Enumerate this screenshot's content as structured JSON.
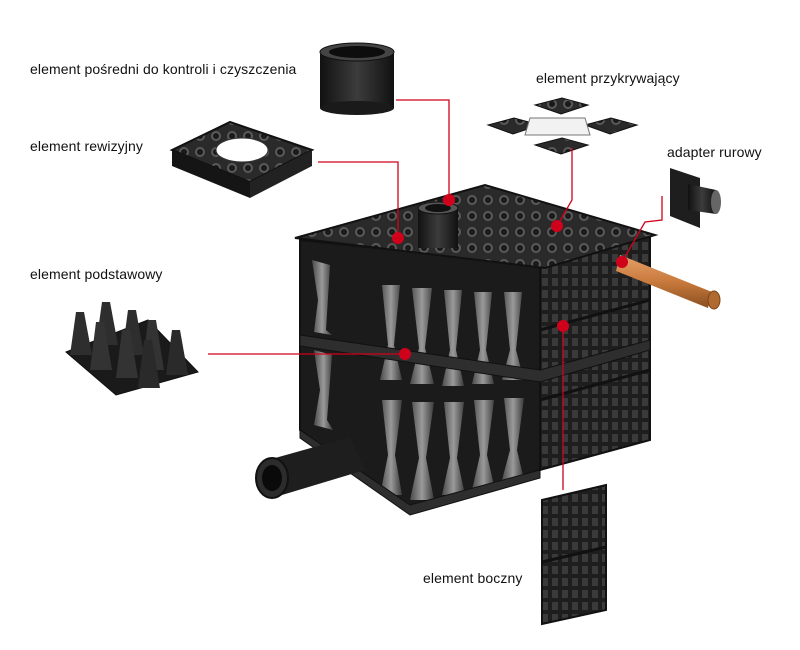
{
  "labels": {
    "intermediate": "element pośredni do kontroli i czyszczenia",
    "inspection": "element rewizyjny",
    "cover": "element przykrywający",
    "pipe_adapter": "adapter rurowy",
    "base": "element podstawowy",
    "side": "element boczny"
  },
  "colors": {
    "accent": "#d0021b",
    "part": "#1c1c1c",
    "pipe_orange": "#c97a3c"
  }
}
